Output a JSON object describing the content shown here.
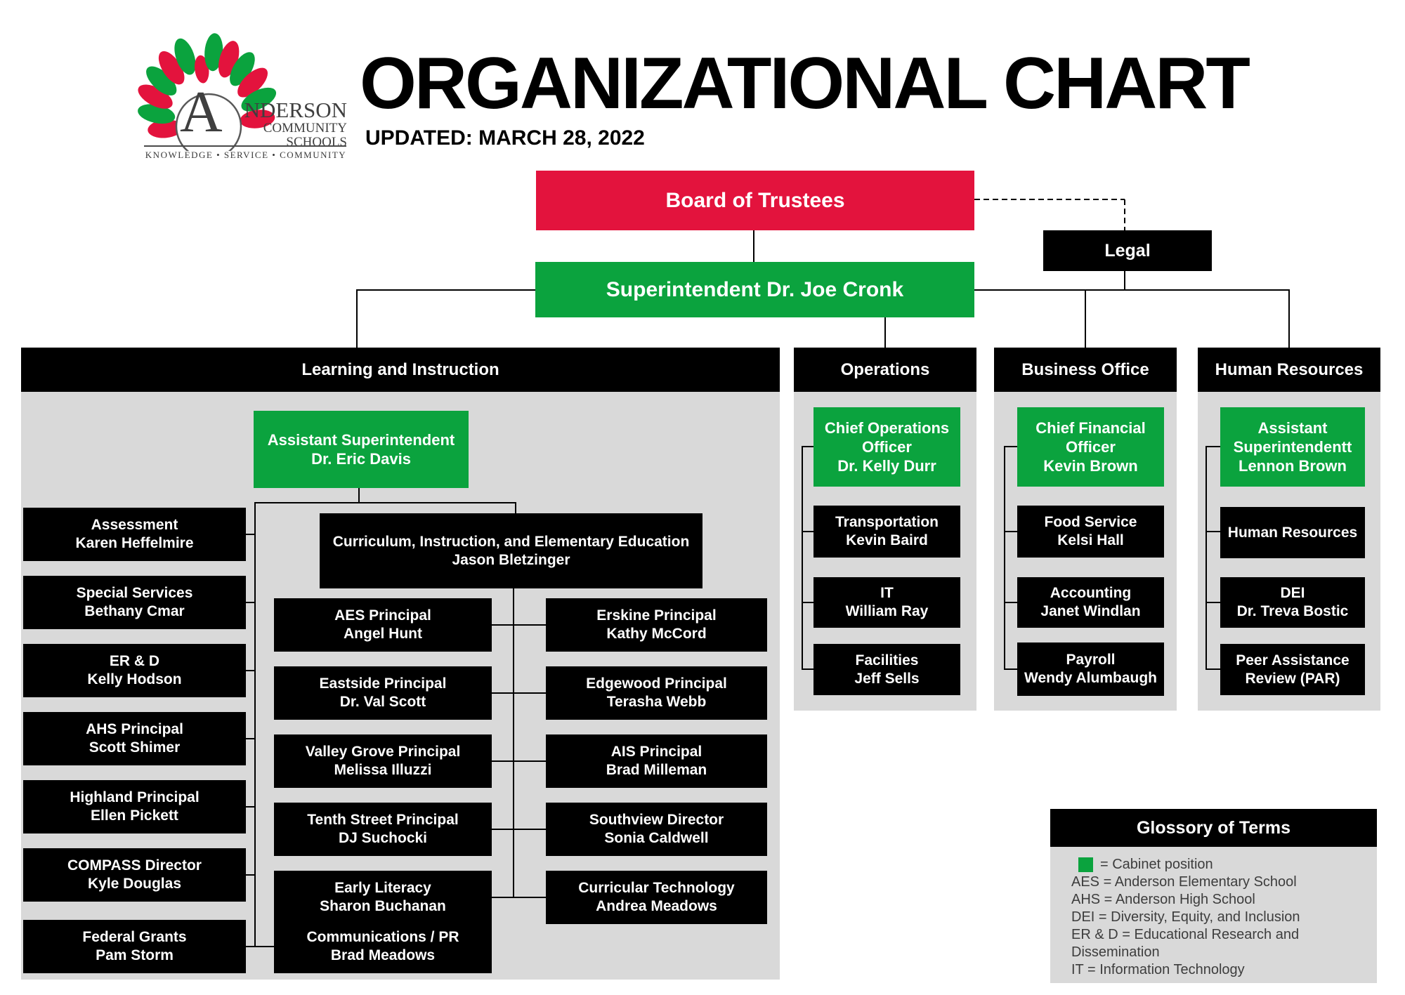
{
  "header": {
    "title": "ORGANIZATIONAL CHART",
    "updated": "UPDATED: MARCH 28, 2022",
    "logo": {
      "a": "A",
      "name_rest": "NDERSON",
      "line2": "COMMUNITY",
      "line3": "SCHOOLS",
      "tagline": "KNOWLEDGE  •  SERVICE  •  COMMUNITY"
    }
  },
  "colors": {
    "red": "#e3133d",
    "green": "#0ba33e",
    "box_black": "#000000",
    "panel_gray": "#d9d9d9",
    "glossary_text": "#3d3d3d"
  },
  "top": {
    "board": "Board of Trustees",
    "superintendent": "Superintendent Dr. Joe Cronk",
    "legal": "Legal"
  },
  "learning": {
    "header": "Learning and Instruction",
    "assistant_superintendent": {
      "role": "Assistant Superintendent",
      "name": "Dr. Eric Davis"
    },
    "curriculum": {
      "role": "Curriculum, Instruction, and Elementary Education",
      "name": "Jason Bletzinger"
    },
    "left_column": [
      {
        "role": "Assessment",
        "name": "Karen Heffelmire"
      },
      {
        "role": "Special Services",
        "name": "Bethany Cmar"
      },
      {
        "role": "ER & D",
        "name": "Kelly Hodson"
      },
      {
        "role": "AHS Principal",
        "name": "Scott Shimer"
      },
      {
        "role": "Highland Principal",
        "name": "Ellen Pickett"
      },
      {
        "role": "COMPASS Director",
        "name": "Kyle Douglas"
      },
      {
        "role": "Federal Grants",
        "name": "Pam Storm"
      }
    ],
    "middle_column": [
      {
        "role": "AES Principal",
        "name": "Angel Hunt"
      },
      {
        "role": "Eastside Principal",
        "name": "Dr. Val Scott"
      },
      {
        "role": "Valley Grove Principal",
        "name": "Melissa Illuzzi"
      },
      {
        "role": "Tenth Street Principal",
        "name": "DJ Suchocki"
      },
      {
        "role": "Early Literacy",
        "name": "Sharon Buchanan"
      },
      {
        "role": "Communications / PR",
        "name": "Brad Meadows"
      }
    ],
    "right_column": [
      {
        "role": "Erskine Principal",
        "name": "Kathy McCord"
      },
      {
        "role": "Edgewood Principal",
        "name": "Terasha Webb"
      },
      {
        "role": "AIS Principal",
        "name": "Brad Milleman"
      },
      {
        "role": "Southview Director",
        "name": "Sonia Caldwell"
      },
      {
        "role": "Curricular Technology",
        "name": "Andrea Meadows"
      }
    ]
  },
  "operations": {
    "header": "Operations",
    "chief": {
      "role_line1": "Chief Operations",
      "role_line2": "Officer",
      "name": "Dr. Kelly Durr"
    },
    "items": [
      {
        "role": "Transportation",
        "name": "Kevin Baird"
      },
      {
        "role": "IT",
        "name": "William Ray"
      },
      {
        "role": "Facilities",
        "name": "Jeff Sells"
      }
    ]
  },
  "business": {
    "header": "Business Office",
    "chief": {
      "role_line1": "Chief Financial",
      "role_line2": "Officer",
      "name": "Kevin Brown"
    },
    "items": [
      {
        "role": "Food Service",
        "name": "Kelsi Hall"
      },
      {
        "role": "Accounting",
        "name": "Janet Windlan"
      },
      {
        "role": "Payroll",
        "name": "Wendy Alumbaugh"
      }
    ]
  },
  "hr": {
    "header": "Human Resources",
    "chief": {
      "role_line1": "Assistant",
      "role_line2": "Superintendentt",
      "name": "Lennon Brown"
    },
    "items": [
      {
        "role": "Human Resources",
        "name": ""
      },
      {
        "role": "DEI",
        "name": "Dr. Treva Bostic"
      },
      {
        "role": "Peer Assistance",
        "name": "Review (PAR)"
      }
    ]
  },
  "glossary": {
    "title": "Glossory of Terms",
    "cabinet_label": "= Cabinet position",
    "items": [
      "AES = Anderson Elementary School",
      "AHS = Anderson High School",
      "DEI = Diversity, Equity, and Inclusion",
      "ER & D = Educational Research and Dissemination",
      "IT = Information Technology"
    ]
  }
}
